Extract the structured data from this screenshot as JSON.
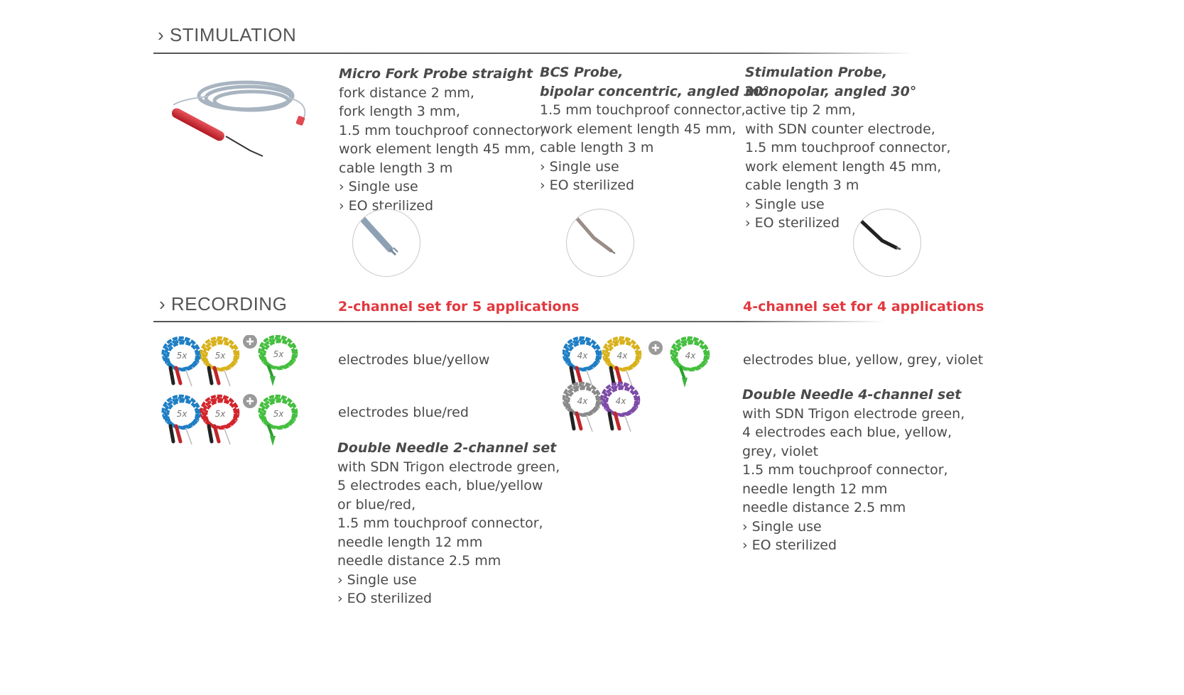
{
  "stimulation": {
    "heading": "STIMULATION",
    "chevron": "›",
    "probes": [
      {
        "title_lines": [
          "Micro Fork Probe straight"
        ],
        "lines": [
          "fork distance 2 mm,",
          "fork length 3 mm,",
          "1.5 mm touchproof connector,",
          "work element length 45 mm,",
          "cable length 3 m",
          "› Single use",
          "› EO sterilized"
        ],
        "detail_icon": "straight-fork-tip-icon"
      },
      {
        "title_lines": [
          "BCS Probe,",
          "bipolar concentric, angled 30°"
        ],
        "lines": [
          "1.5 mm touchproof connector,",
          "work element length 45 mm,",
          "cable length 3 m",
          "› Single use",
          "› EO sterilized"
        ],
        "detail_icon": "angled-concentric-tip-icon"
      },
      {
        "title_lines": [
          "Stimulation Probe,",
          "monopolar, angled 30°"
        ],
        "lines": [
          "active tip 2 mm,",
          "with SDN counter electrode,",
          "1.5 mm touchproof connector,",
          "work element length 45 mm,",
          "cable length 3 m",
          "› Single use",
          "› EO sterilized"
        ],
        "detail_icon": "angled-monopolar-tip-icon"
      }
    ]
  },
  "recording": {
    "heading": "RECORDING",
    "chevron": "›",
    "set2": {
      "label": "2-channel set for 5 applications",
      "bundle_a_caption": "electrodes blue/yellow",
      "bundle_b_caption": "electrodes blue/red",
      "badges": {
        "blue": "5x",
        "yellow": "5x",
        "red": "5x",
        "green": "5x"
      },
      "title": "Double Needle 2-channel set",
      "lines": [
        "with SDN Trigon electrode green,",
        "5 electrodes each, blue/yellow",
        "or blue/red,",
        "1.5 mm touchproof connector,",
        "needle length 12 mm",
        "needle distance 2.5 mm",
        "› Single use",
        "› EO sterilized"
      ]
    },
    "set4": {
      "label": "4-channel set for 4 applications",
      "caption": "electrodes blue, yellow, grey, violet",
      "badges": {
        "blue": "4x",
        "yellow": "4x",
        "grey": "4x",
        "violet": "4x",
        "green": "4x"
      },
      "title": "Double Needle 4-channel set",
      "lines": [
        "with SDN Trigon electrode green,",
        "4 electrodes each blue, yellow,",
        "grey, violet",
        "1.5 mm touchproof connector,",
        "needle length 12 mm",
        "needle distance 2.5 mm",
        "› Single use",
        "› EO sterilized"
      ]
    }
  },
  "colors": {
    "accent_red": "#e2383f",
    "text": "#4a4a4a",
    "electrode_blue": "#1f7fc4",
    "electrode_yellow": "#d8b21c",
    "electrode_red": "#d3252b",
    "electrode_grey": "#8a8a8a",
    "electrode_violet": "#7e4ca8",
    "electrode_green": "#45bf3f"
  }
}
